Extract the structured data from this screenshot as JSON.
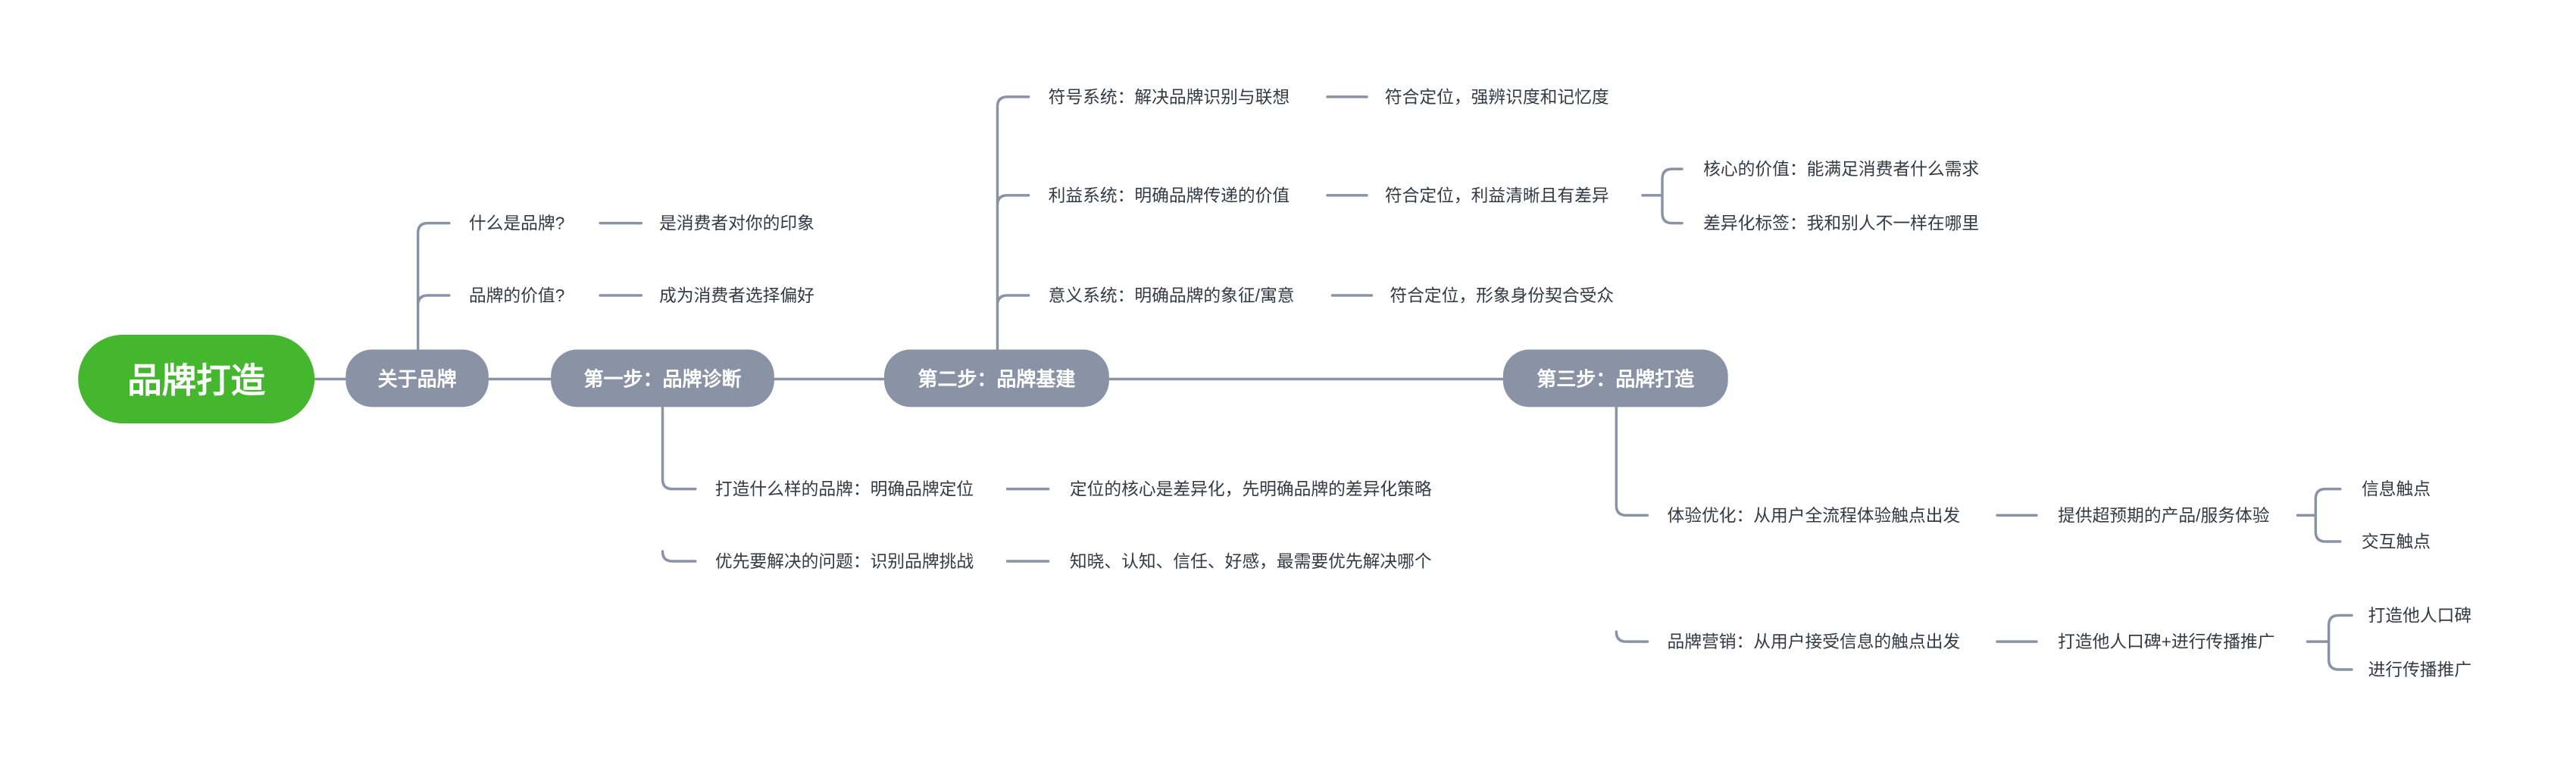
{
  "root": {
    "label": "品牌打造"
  },
  "colors": {
    "root": "#45b72f",
    "topic": "#8a93a5",
    "line": "#8a93a5",
    "text": "#333a44"
  },
  "topics": [
    {
      "label": "关于品牌",
      "children": [
        {
          "label": "什么是品牌?",
          "detail": "是消费者对你的印象"
        },
        {
          "label": "品牌的价值?",
          "detail": "成为消费者选择偏好"
        }
      ]
    },
    {
      "label": "第一步：品牌诊断",
      "children": [
        {
          "label": "打造什么样的品牌：明确品牌定位",
          "detail": "定位的核心是差异化，先明确品牌的差异化策略"
        },
        {
          "label": "优先要解决的问题：识别品牌挑战",
          "detail": "知晓、认知、信任、好感，最需要优先解决哪个"
        }
      ]
    },
    {
      "label": "第二步：品牌基建",
      "children": [
        {
          "label": "符号系统：解决品牌识别与联想",
          "detail": "符合定位，强辨识度和记忆度"
        },
        {
          "label": "利益系统：明确品牌传递的价值",
          "detail": "符合定位，利益清晰且有差异",
          "sub": [
            "核心的价值：能满足消费者什么需求",
            "差异化标签：我和别人不一样在哪里"
          ]
        },
        {
          "label": "意义系统：明确品牌的象征/寓意",
          "detail": "符合定位，形象身份契合受众"
        }
      ]
    },
    {
      "label": "第三步：品牌打造",
      "children": [
        {
          "label": "体验优化：从用户全流程体验触点出发",
          "detail": "提供超预期的产品/服务体验",
          "sub": [
            "信息触点",
            "交互触点"
          ]
        },
        {
          "label": "品牌营销：从用户接受信息的触点出发",
          "detail": "打造他人口碑+进行传播推广",
          "sub": [
            "打造他人口碑",
            "进行传播推广"
          ]
        }
      ]
    }
  ]
}
